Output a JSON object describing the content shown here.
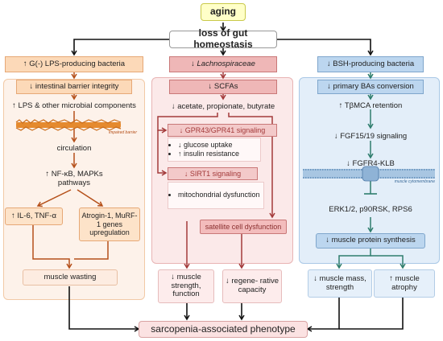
{
  "diagram": {
    "aging": "aging",
    "loss": "loss of gut homeostasis",
    "phenotype": "sarcopenia-associated phenotype",
    "left": {
      "header": "↑ G(-) LPS-producing bacteria",
      "barrier": "↓ intestinal barrier integrity",
      "lps": "↑ LPS & other microbial components",
      "impaired": "impaired barrier",
      "circulation": "circulation",
      "nfkb": "↑ NF-κB, MAPKs pathways",
      "il6": "↑ IL-6, TNF-α",
      "atrogin": "Atrogin-1, MuRF-1 genes upregulation",
      "wasting": "muscle wasting"
    },
    "middle": {
      "header": "↓ Lachnospiraceae",
      "scfas": "↓ SCFAs",
      "acetate": "↓ acetate, propionate, butyrate",
      "gpr": "↓ GPR43/GPR41 signaling",
      "gpr_bullets": [
        "↓ glucose uptake",
        "↑ insulin resistance"
      ],
      "sirt": "↓ SIRT1 signaling",
      "sirt_bullets": [
        "mitochondrial dysfunction"
      ],
      "satellite": "satellite cell dysfunction",
      "strength": "↓ muscle strength, function",
      "regen": "↓ regene- rative capacity"
    },
    "right": {
      "header": "↓ BSH-producing bacteria",
      "primary": "↓ primary BAs conversion",
      "tbmca": "↑ TβMCA retention",
      "fgf": "↓ FGF15/19 signaling",
      "fgfr": "↓ FGFR4-KLB",
      "membrane": "muscle cytomembrane",
      "erk": "ERK1/2, p90RSK, RPS6",
      "synthesis": "↓ muscle protein synthesis",
      "mass": "↓ muscle mass, strength",
      "atrophy": "↑ muscle atrophy"
    }
  },
  "colors": {
    "aging_fill": "#ffffc8",
    "aging_border": "#c9c94a",
    "left_panel": "#fdf2ea",
    "left_box": "#fcd9b8",
    "left_arrow": "#b5501a",
    "mid_panel": "#fbe9e9",
    "mid_box": "#efb7b7",
    "mid_arrow": "#a33a3a",
    "right_panel": "#e3eef9",
    "right_box": "#bcd6ef",
    "right_arrow": "#2e7d6d",
    "phenotype_fill": "#fbe2e2"
  }
}
